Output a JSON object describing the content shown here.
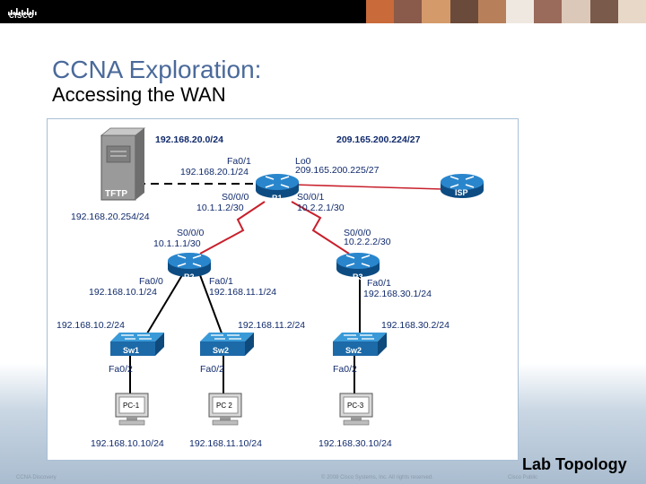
{
  "header": {
    "logo_text": "CISCO",
    "photo_colors": [
      "#c96a3a",
      "#8a5a4a",
      "#d59a6a",
      "#6a4a3a",
      "#b8805a",
      "#efe8e0",
      "#9a6a5a",
      "#dcc8b8",
      "#7a5a4a",
      "#e8d8c8"
    ]
  },
  "slide": {
    "title": "CCNA Exploration:",
    "subtitle": "Accessing the WAN",
    "caption": "Lab Topology"
  },
  "footer": {
    "left": "CCNA Discovery",
    "center": "© 2008 Cisco Systems, Inc. All rights reserved.",
    "right": "Cisco Public"
  },
  "topology": {
    "devices": {
      "tftp": "TFTP",
      "r1": "R1",
      "r2": "R2",
      "r3": "R3",
      "isp": "ISP",
      "sw1": "Sw1",
      "sw2a": "Sw2",
      "sw2b": "Sw2",
      "pc1": "PC-1",
      "pc2": "PC 2",
      "pc3": "PC-3"
    },
    "labels": {
      "net_tftp": "192.168.20.0/24",
      "net_isp": "209.165.200.224/27",
      "r1_fa01": "Fa0/1",
      "r1_fa01_ip": "192.168.20.1/24",
      "r1_lo0": "Lo0",
      "r1_lo0_ip": "209.165.200.225/27",
      "r1_s000": "S0/0/0",
      "r1_s000_ip": "10.1.1.2/30",
      "r1_s001": "S0/0/1",
      "r1_s001_ip": "10.2.2.1/30",
      "tftp_ip": "192.168.20.254/24",
      "r2_s000": "S0/0/0",
      "r2_s000_ip": "10.1.1.1/30",
      "r3_s000": "S0/0/0",
      "r3_s000_ip": "10.2.2.2/30",
      "r2_fa00": "Fa0/0",
      "r2_fa00_ip": "192.168.10.1/24",
      "r2_fa01": "Fa0/1",
      "r2_fa01_ip": "192.168.11.1/24",
      "r3_fa01": "Fa0/1",
      "r3_fa01_ip": "192.168.30.1/24",
      "sw1_ip": "192.168.10.2/24",
      "sw2a_ip": "192.168.11.2/24",
      "sw2b_ip": "192.168.30.2/24",
      "sw1_fa02": "Fa0/2",
      "sw2a_fa02": "Fa0/2",
      "sw2b_fa02": "Fa0/2",
      "pc1_ip": "192.168.10.10/24",
      "pc2_ip": "192.168.11.10/24",
      "pc3_ip": "192.168.30.10/24"
    },
    "colors": {
      "router": "#1f74b8",
      "switch": "#1f7fc4",
      "serial": "#c8202c",
      "ethernet": "#000000",
      "text": "#102a6c"
    }
  }
}
